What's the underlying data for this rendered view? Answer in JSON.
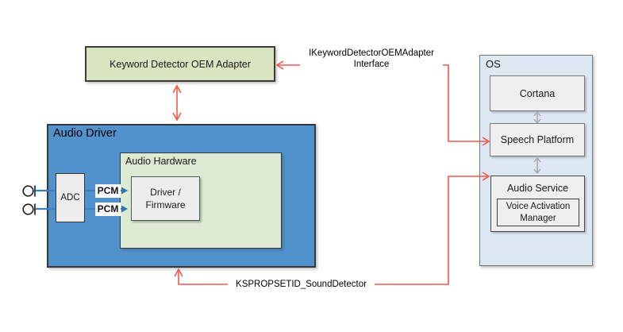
{
  "diagram": {
    "keyword_adapter": {
      "label": "Keyword Detector OEM Adapter"
    },
    "audio_driver": {
      "label": "Audio Driver",
      "adc": "ADC",
      "pcm_top": "PCM",
      "pcm_bottom": "PCM",
      "audio_hardware": {
        "label": "Audio Hardware",
        "driver_firmware_line1": "Driver /",
        "driver_firmware_line2": "Firmware"
      }
    },
    "os": {
      "label": "OS",
      "cortana": "Cortana",
      "speech_platform": "Speech Platform",
      "audio_service": "Audio Service",
      "voice_activation_manager_line1": "Voice Activation",
      "voice_activation_manager_line2": "Manager"
    },
    "connectors": {
      "ikeyword_interface_line1": "IKeywordDetectorOEMAdapter",
      "ikeyword_interface_line2": "Interface",
      "ksprop_sound_detector": "KSPROPSETID_SoundDetector"
    },
    "colors": {
      "audio_driver_fill": "#5191cc",
      "keyword_adapter_fill": "#d9e5c0",
      "audio_hardware_fill": "#dcead3",
      "os_fill": "#dde8f3",
      "inner_box_fill": "#efefef",
      "connector_red": "#f4564e",
      "pcm_arrow_blue": "#3a80c2",
      "gray_arrow": "#a3a3a3"
    }
  }
}
